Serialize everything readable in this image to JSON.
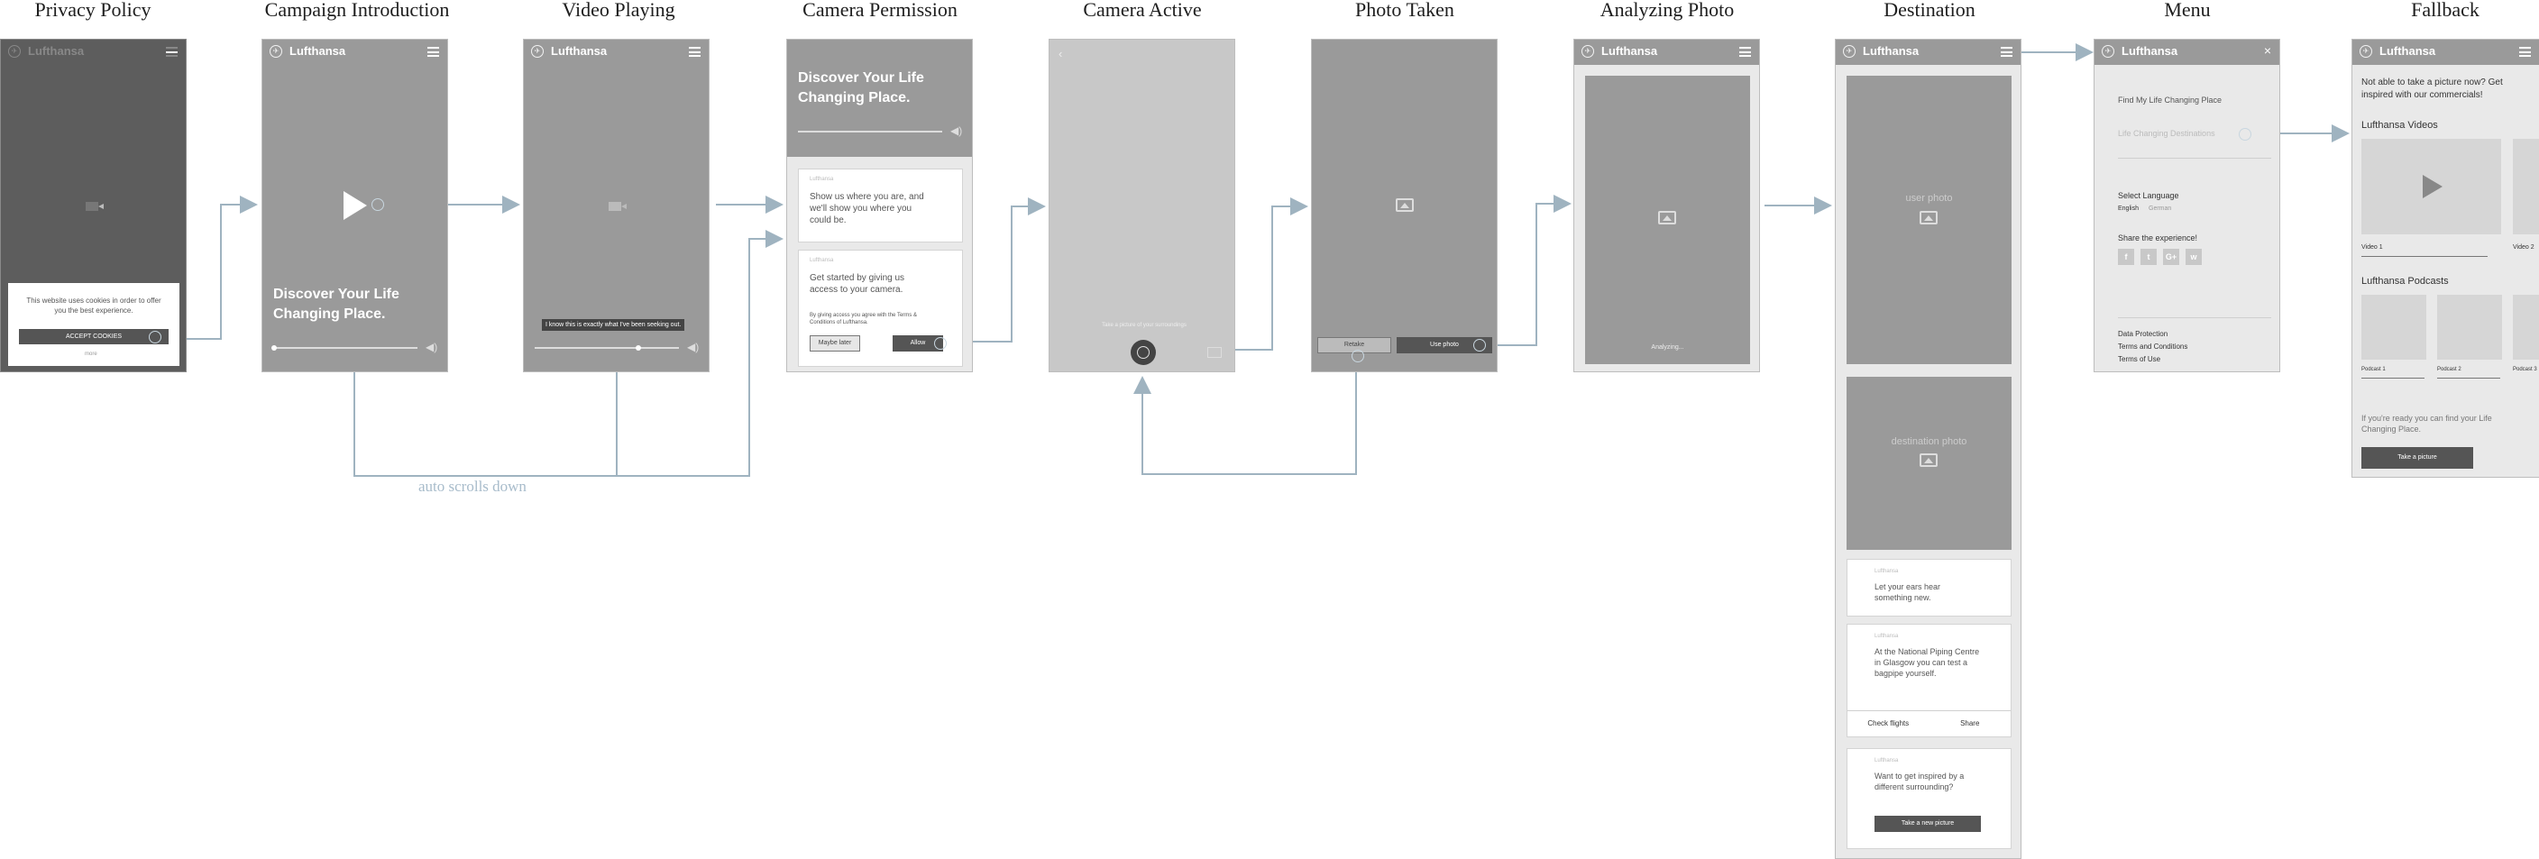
{
  "screens": {
    "privacy": {
      "title": "Privacy Policy",
      "brand": "Lufthansa",
      "cookie_text": "This website uses cookies in order to offer you the best experience.",
      "accept": "ACCEPT COOKIES",
      "more": "more"
    },
    "intro": {
      "title": "Campaign Introduction",
      "brand": "Lufthansa",
      "headline": "Discover Your Life Changing Place."
    },
    "video": {
      "title": "Video Playing",
      "brand": "Lufthansa",
      "caption": "I know this is exactly what I've been seeking out."
    },
    "camperm": {
      "title": "Camera Permission",
      "headline": "Discover Your Life Changing Place.",
      "card1_label": "Lufthansa",
      "card1_text": "Show us where you are, and we'll show you where you could be.",
      "card2_label": "Lufthansa",
      "card2_text": "Get started by giving us access to your camera.",
      "legal": "By giving access you agree with the Terms & Conditions of Lufthansa.",
      "maybe": "Maybe later",
      "allow": "Allow"
    },
    "camactive": {
      "title": "Camera Active",
      "hint": "Take a picture of your surroundings"
    },
    "phototaken": {
      "title": "Photo Taken",
      "retake": "Retake",
      "use": "Use photo"
    },
    "analyzing": {
      "title": "Analyzing Photo",
      "brand": "Lufthansa",
      "status": "Analyzing..."
    },
    "destination": {
      "title": "Destination",
      "brand": "Lufthansa",
      "user_photo": "user photo",
      "dest_photo": "destination photo",
      "card1_label": "Lufthansa",
      "card1_text": "Let your ears hear something new.",
      "card2_label": "Lufthansa",
      "card2_text": "At the National Piping Centre in Glasgow you can test a bagpipe yourself.",
      "check": "Check flights",
      "share": "Share",
      "card3_label": "Lufthansa",
      "card3_text": "Want to get inspired by a different surrounding?",
      "new_pic": "Take a new picture"
    },
    "menu": {
      "title": "Menu",
      "brand": "Lufthansa",
      "find": "Find My Life Changing Place",
      "destinations": "Life Changing Destinations",
      "lang_title": "Select Language",
      "lang_en": "English",
      "lang_de": "German",
      "share_title": "Share the experience!",
      "social": [
        "f",
        "t",
        "G+",
        "w"
      ],
      "links": [
        "Data Protection",
        "Terms and Conditions",
        "Terms of Use"
      ]
    },
    "fallback": {
      "title": "Fallback",
      "brand": "Lufthansa",
      "intro": "Not able to take a picture now? Get inspired with our commercials!",
      "videos_title": "Lufthansa Videos",
      "video1": "Video 1",
      "video2": "Video 2",
      "podcasts_title": "Lufthansa Podcasts",
      "podcasts": [
        "Podcast 1",
        "Podcast 2",
        "Podcast 3"
      ],
      "ready": "If you're ready you can find your Life Changing Place.",
      "take": "Take a picture"
    }
  },
  "annotation": "auto scrolls down",
  "colors": {
    "connector": "#9fb3c0",
    "annotation": "#a8bccb",
    "screen_bg": "#9a9a9a"
  }
}
